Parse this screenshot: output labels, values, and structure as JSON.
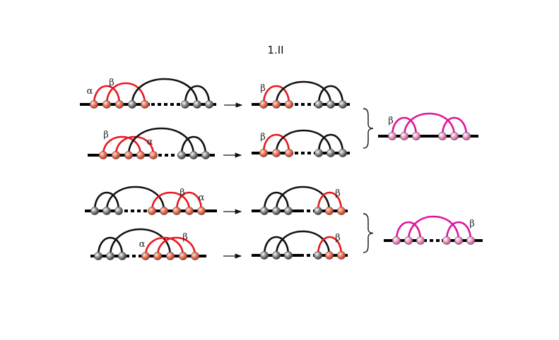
{
  "title": "1.II",
  "labels": {
    "alpha": "α",
    "beta": "β"
  },
  "colors": {
    "backbone": "#000000",
    "gray_arc": "#111111",
    "red_arc": "#e8181e",
    "magenta_arc": "#e0149a",
    "gray_node": "#8f8f8f",
    "red_node": "#f08870",
    "pink_node": "#f4a6cf"
  }
}
